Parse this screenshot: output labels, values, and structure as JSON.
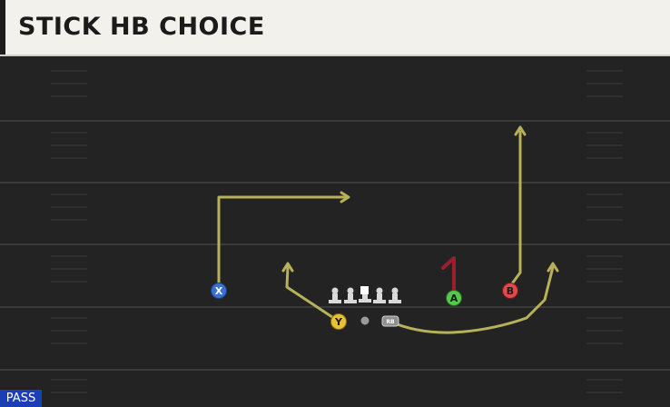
{
  "header": {
    "title": "STICK HB CHOICE"
  },
  "footer": {
    "play_type": "PASS"
  },
  "players": {
    "x": {
      "label": "X",
      "color": "#3b6fd1"
    },
    "y": {
      "label": "Y",
      "color": "#e8c136"
    },
    "a": {
      "label": "A",
      "color": "#57c84c"
    },
    "b": {
      "label": "B",
      "color": "#e04a4a"
    },
    "rb": {
      "label": "RB",
      "color": "#8a8a8a"
    }
  },
  "colors": {
    "route": "#b7b25a",
    "hot_route": "#9a1f2e",
    "field_line": "#3a3a3a",
    "header_bg": "#f2f1ec"
  },
  "icons": {
    "lineman": "lineman-icon",
    "center": "center-icon",
    "quarterback": "quarterback-icon",
    "arrow": "arrow-head-icon"
  }
}
